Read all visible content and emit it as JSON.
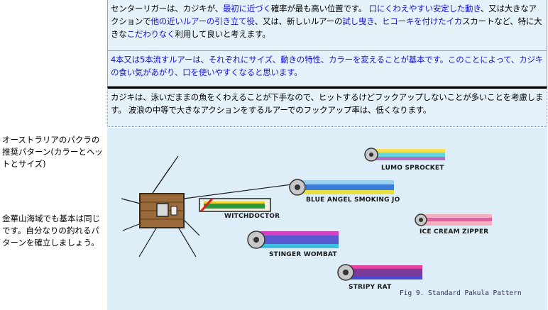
{
  "panel1": {
    "s1": "センターリガーは、カジキが、",
    "s2": "最初に近づく",
    "s3": "確率が最も高い位置です。 ",
    "s4": "口にくわえやすい安定した動き",
    "s5": "、又は大きなアクションで",
    "s6": "他の近いルアーの引き立て役",
    "s7": "、又は、新しいルアーの",
    "s8": "試し曳き",
    "s9": "、",
    "s10": "ヒコーキを付けたイカ",
    "s11": "スカートなど、特に大きな",
    "s12": "こだわりなく",
    "s13": "利用して良いと考えます。"
  },
  "panel2": {
    "text": "4本又は5本流すルアーは、それぞれにサイズ、動きの特性、カラーを変えることが基本です。このことによって、カジキの食い気があがり、口を使いやすくなると思います。"
  },
  "panel3": {
    "text": "カジキは、泳いだままの魚をくわえることが下手なので、ヒットするけどフックアップしないことが多いことを考慮します。 波浪の中等で大きなアクションをするルアーでのフックアップ率は、低くなります。"
  },
  "left": {
    "a": "オーストラリアのパクラの推奨パターン(カラーとヘットとサイズ)",
    "b": "金華山海域でも基本は同じです。自分なりの釣れるパターンを確立しましょう。"
  },
  "figure": {
    "lures": [
      "LUMO SPROCKET",
      "BLUE ANGEL SMOKING JO",
      "WITCHDOCTOR",
      "ICE CREAM ZIPPER",
      "STINGER WOMBAT",
      "STRIPY RAT"
    ],
    "caption": "Fig 9. Standard Pakula Pattern"
  }
}
